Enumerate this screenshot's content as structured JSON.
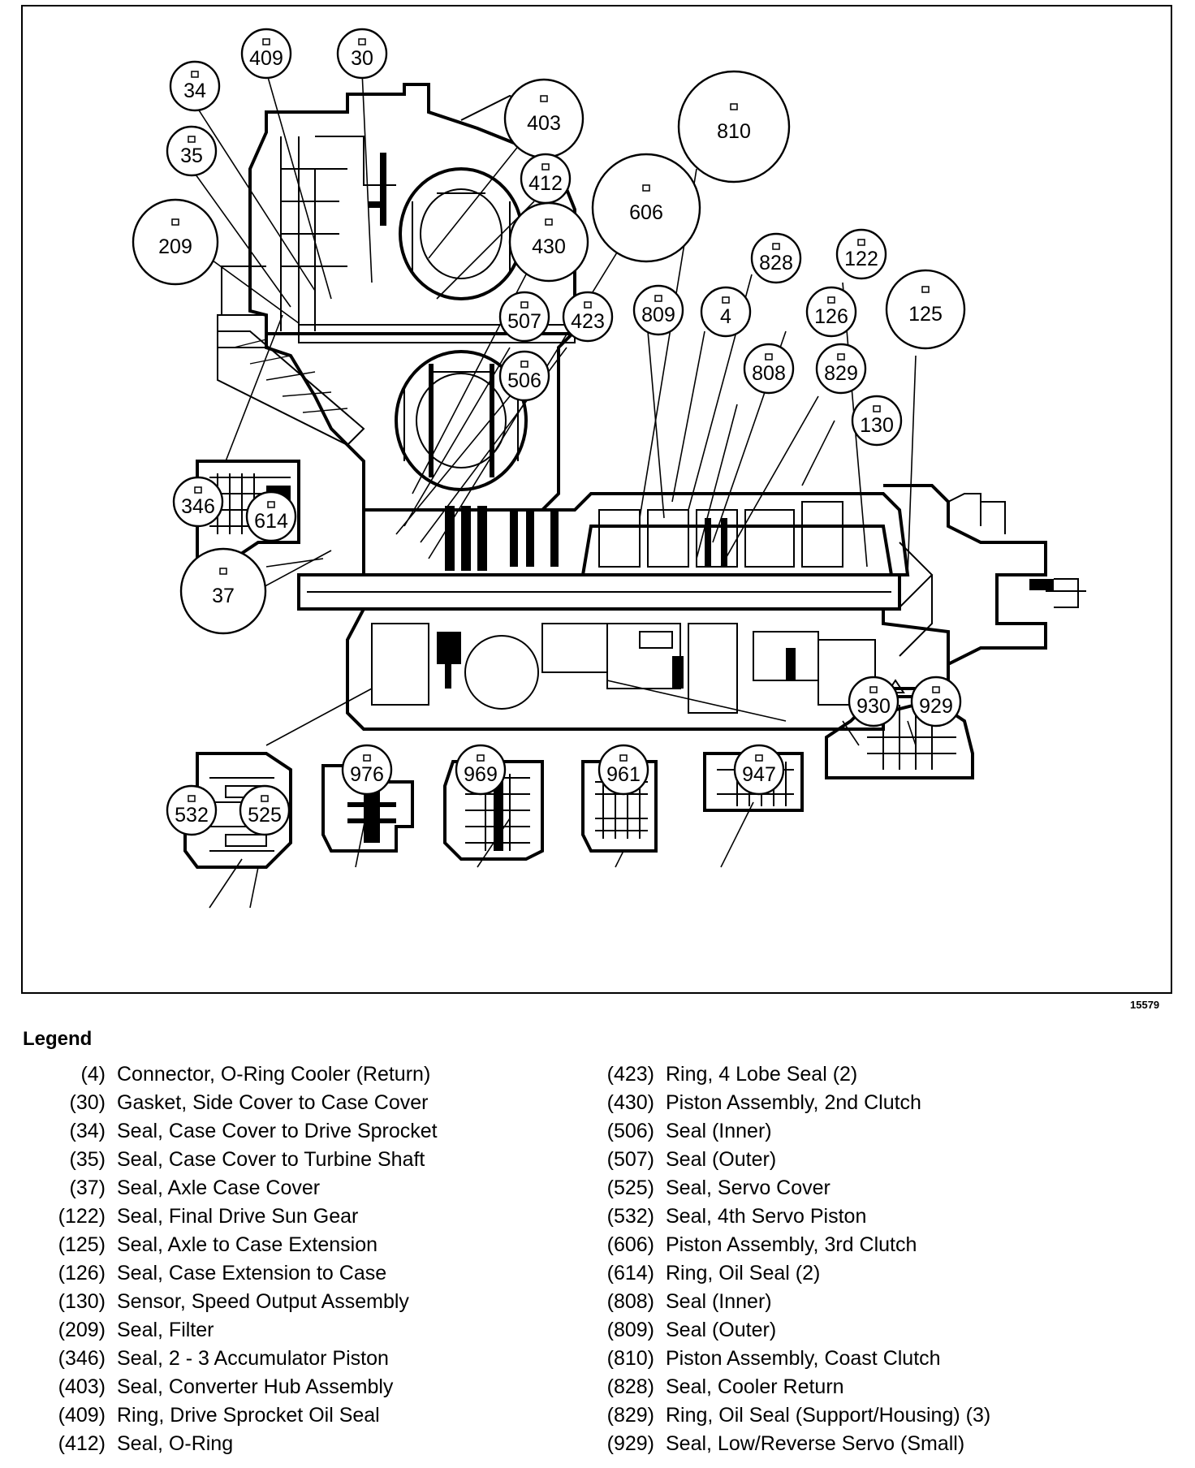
{
  "figure_number": "15579",
  "legend": {
    "heading": "Legend",
    "left": [
      {
        "num": "(4)",
        "desc": "Connector, O-Ring Cooler (Return)"
      },
      {
        "num": "(30)",
        "desc": "Gasket, Side Cover to Case Cover"
      },
      {
        "num": "(34)",
        "desc": "Seal, Case Cover to Drive Sprocket"
      },
      {
        "num": "(35)",
        "desc": "Seal, Case Cover to Turbine Shaft"
      },
      {
        "num": "(37)",
        "desc": "Seal, Axle Case Cover"
      },
      {
        "num": "(122)",
        "desc": "Seal, Final Drive Sun Gear"
      },
      {
        "num": "(125)",
        "desc": "Seal, Axle to Case Extension"
      },
      {
        "num": "(126)",
        "desc": "Seal, Case Extension to Case"
      },
      {
        "num": "(130)",
        "desc": "Sensor, Speed Output Assembly"
      },
      {
        "num": "(209)",
        "desc": "Seal, Filter"
      },
      {
        "num": "(346)",
        "desc": "Seal, 2 - 3 Accumulator Piston"
      },
      {
        "num": "(403)",
        "desc": "Seal, Converter Hub Assembly"
      },
      {
        "num": "(409)",
        "desc": "Ring, Drive Sprocket Oil Seal"
      },
      {
        "num": "(412)",
        "desc": "Seal, O-Ring"
      }
    ],
    "right": [
      {
        "num": "(423)",
        "desc": "Ring, 4 Lobe Seal (2)"
      },
      {
        "num": "(430)",
        "desc": "Piston Assembly, 2nd Clutch"
      },
      {
        "num": "(506)",
        "desc": "Seal (Inner)"
      },
      {
        "num": "(507)",
        "desc": "Seal (Outer)"
      },
      {
        "num": "(525)",
        "desc": "Seal, Servo Cover"
      },
      {
        "num": "(532)",
        "desc": "Seal, 4th Servo Piston"
      },
      {
        "num": "(606)",
        "desc": "Piston Assembly, 3rd Clutch"
      },
      {
        "num": "(614)",
        "desc": "Ring, Oil Seal (2)"
      },
      {
        "num": "(808)",
        "desc": "Seal (Inner)"
      },
      {
        "num": "(809)",
        "desc": "Seal (Outer)"
      },
      {
        "num": "(810)",
        "desc": "Piston Assembly, Coast Clutch"
      },
      {
        "num": "(828)",
        "desc": "Seal, Cooler Return"
      },
      {
        "num": "(829)",
        "desc": "Ring, Oil Seal (Support/Housing) (3)"
      },
      {
        "num": "(929)",
        "desc": "Seal, Low/Reverse Servo (Small)"
      }
    ]
  },
  "callouts": [
    {
      "id": "409",
      "label": "409"
    },
    {
      "id": "30",
      "label": "30"
    },
    {
      "id": "34",
      "label": "34"
    },
    {
      "id": "35",
      "label": "35"
    },
    {
      "id": "209",
      "label": "209"
    },
    {
      "id": "403",
      "label": "403"
    },
    {
      "id": "412",
      "label": "412"
    },
    {
      "id": "430",
      "label": "430"
    },
    {
      "id": "606",
      "label": "606"
    },
    {
      "id": "810",
      "label": "810"
    },
    {
      "id": "828",
      "label": "828"
    },
    {
      "id": "122",
      "label": "122"
    },
    {
      "id": "125",
      "label": "125"
    },
    {
      "id": "507",
      "label": "507"
    },
    {
      "id": "423",
      "label": "423"
    },
    {
      "id": "809",
      "label": "809"
    },
    {
      "id": "4",
      "label": "4"
    },
    {
      "id": "126",
      "label": "126"
    },
    {
      "id": "506",
      "label": "506"
    },
    {
      "id": "808",
      "label": "808"
    },
    {
      "id": "829",
      "label": "829"
    },
    {
      "id": "130",
      "label": "130"
    },
    {
      "id": "346",
      "label": "346"
    },
    {
      "id": "614",
      "label": "614"
    },
    {
      "id": "37",
      "label": "37"
    },
    {
      "id": "930",
      "label": "930"
    },
    {
      "id": "929",
      "label": "929"
    },
    {
      "id": "976",
      "label": "976"
    },
    {
      "id": "969",
      "label": "969"
    },
    {
      "id": "961",
      "label": "961"
    },
    {
      "id": "947",
      "label": "947"
    },
    {
      "id": "532",
      "label": "532"
    },
    {
      "id": "525",
      "label": "525"
    }
  ]
}
